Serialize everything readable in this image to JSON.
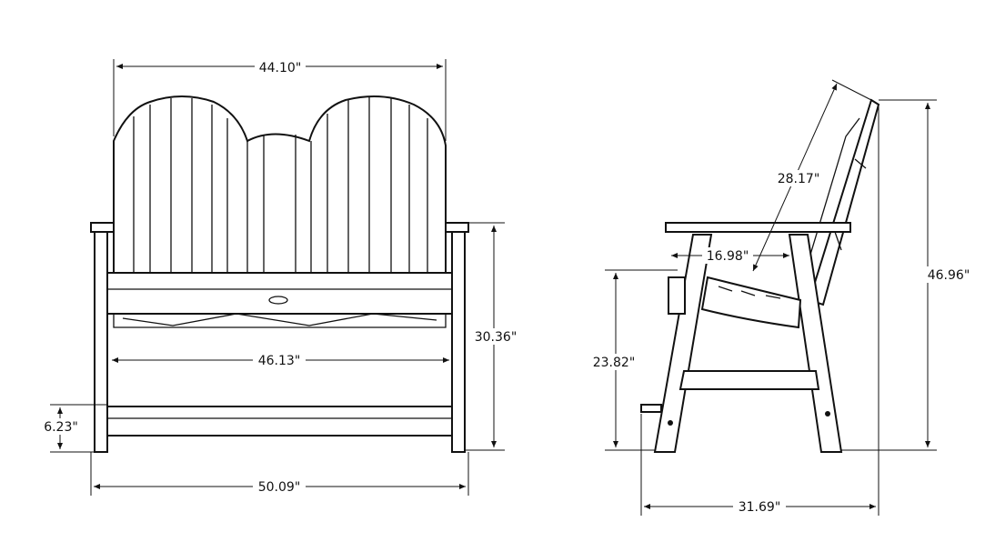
{
  "front_view": {
    "dimensions": {
      "backrest_width": "44.10\"",
      "seat_width": "46.13\"",
      "arm_height": "30.36\"",
      "stretcher_height": "6.23\"",
      "overall_width": "50.09\""
    }
  },
  "side_view": {
    "dimensions": {
      "backrest_length": "28.17\"",
      "seat_depth": "16.98\"",
      "seat_height": "23.82\"",
      "overall_height": "46.96\"",
      "overall_depth": "31.69\""
    }
  },
  "colors": {
    "line": "#111111",
    "background": "#ffffff"
  }
}
